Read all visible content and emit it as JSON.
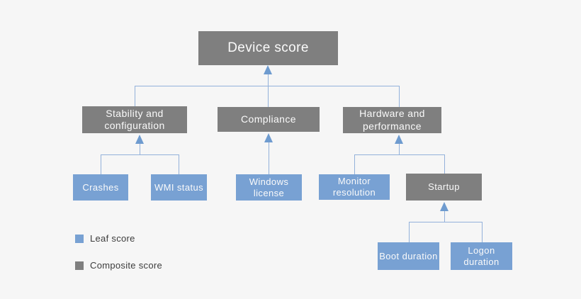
{
  "diagram": {
    "type": "hierarchy-tree",
    "colors": {
      "background": "#f6f6f6",
      "leaf_box": "#78a1d3",
      "composite_box": "#7f7f7f",
      "connector_line": "#93b1da",
      "arrow": "#6e9bcf",
      "box_text": "#fafafa",
      "legend_text": "#3c3c3c"
    },
    "nodes": {
      "device_score": {
        "label": "Device score",
        "type": "composite",
        "parent": null
      },
      "stability": {
        "label": "Stability and configuration",
        "type": "composite",
        "parent": "device_score"
      },
      "compliance": {
        "label": "Compliance",
        "type": "composite",
        "parent": "device_score"
      },
      "hardware": {
        "label": "Hardware and performance",
        "type": "composite",
        "parent": "device_score"
      },
      "crashes": {
        "label": "Crashes",
        "type": "leaf",
        "parent": "stability"
      },
      "wmi_status": {
        "label": "WMI status",
        "type": "leaf",
        "parent": "stability"
      },
      "windows_license": {
        "label": "Windows license",
        "type": "leaf",
        "parent": "compliance"
      },
      "monitor_resolution": {
        "label": "Monitor resolution",
        "type": "leaf",
        "parent": "hardware"
      },
      "startup": {
        "label": "Startup",
        "type": "composite",
        "parent": "hardware"
      },
      "boot_duration": {
        "label": "Boot duration",
        "type": "leaf",
        "parent": "startup"
      },
      "logon_duration": {
        "label": "Logon duration",
        "type": "leaf",
        "parent": "startup"
      }
    },
    "legend": {
      "leaf": {
        "label": "Leaf score",
        "color": "#78a1d3"
      },
      "composite": {
        "label": "Composite score",
        "color": "#7f7f7f"
      }
    }
  }
}
